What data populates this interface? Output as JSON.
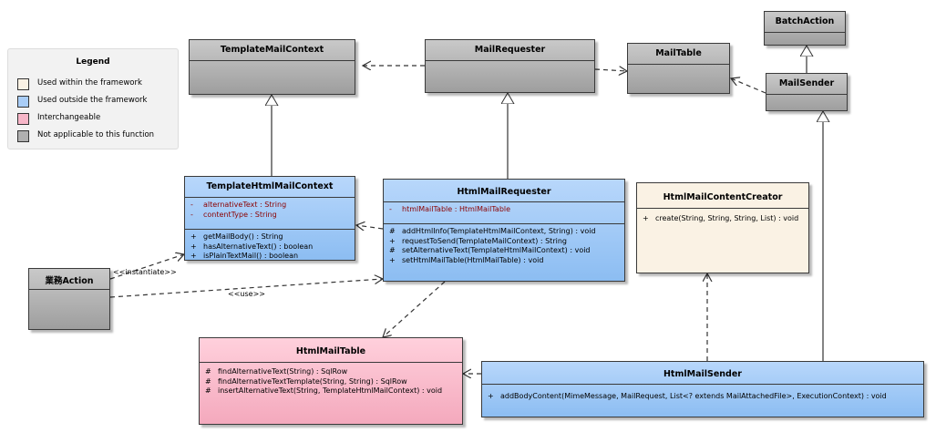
{
  "legend": {
    "title": "Legend",
    "items": [
      {
        "label": "Used within the framework",
        "color": "#faf2e4"
      },
      {
        "label": "Used outside the framework",
        "color": "#a9cdf7"
      },
      {
        "label": "Interchangeable",
        "color": "#f7b6c8"
      },
      {
        "label": "Not applicable to this function",
        "color": "#b0b0b0"
      }
    ]
  },
  "classes": {
    "template_mail_context": {
      "name": "TemplateMailContext"
    },
    "mail_requester": {
      "name": "MailRequester"
    },
    "mail_table": {
      "name": "MailTable"
    },
    "batch_action": {
      "name": "BatchAction"
    },
    "mail_sender": {
      "name": "MailSender"
    },
    "template_html_mail_context": {
      "name": "TemplateHtmlMailContext",
      "attributes": [
        {
          "vis": "-",
          "text": "alternativeText : String"
        },
        {
          "vis": "-",
          "text": "contentType : String"
        }
      ],
      "operations": [
        {
          "vis": "+",
          "text": "getMailBody() : String"
        },
        {
          "vis": "+",
          "text": "hasAlternativeText() : boolean"
        },
        {
          "vis": "+",
          "text": "isPlainTextMail() : boolean"
        }
      ]
    },
    "html_mail_requester": {
      "name": "HtmlMailRequester",
      "attributes": [
        {
          "vis": "-",
          "text": "htmlMailTable : HtmlMailTable"
        }
      ],
      "operations": [
        {
          "vis": "#",
          "text": "addHtmlInfo(TemplateHtmlMailContext, String) : void"
        },
        {
          "vis": "+",
          "text": "requestToSend(TemplateMailContext) : String"
        },
        {
          "vis": "#",
          "text": "setAlternativeText(TemplateHtmlMailContext) : void"
        },
        {
          "vis": "+",
          "text": "setHtmlMailTable(HtmlMailTable) : void"
        }
      ]
    },
    "html_mail_content_creator": {
      "name": "HtmlMailContentCreator",
      "operations": [
        {
          "vis": "+",
          "text": "create(String, String, String, List) : void"
        }
      ]
    },
    "gyomu_action": {
      "name": "業務Action"
    },
    "html_mail_table": {
      "name": "HtmlMailTable",
      "operations": [
        {
          "vis": "#",
          "text": "findAlternativeText(String) : SqlRow"
        },
        {
          "vis": "#",
          "text": "findAlternativeTextTemplate(String, String) : SqlRow"
        },
        {
          "vis": "#",
          "text": "insertAlternativeText(String, TemplateHtmlMailContext) : void"
        }
      ]
    },
    "html_mail_sender": {
      "name": "HtmlMailSender",
      "operations": [
        {
          "vis": "+",
          "text": "addBodyContent(MimeMessage, MailRequest, List<? extends MailAttachedFile>, ExecutionContext) : void"
        }
      ]
    }
  },
  "edge_labels": {
    "instantiate": "<<instantiate>>",
    "use": "<<use>>"
  }
}
